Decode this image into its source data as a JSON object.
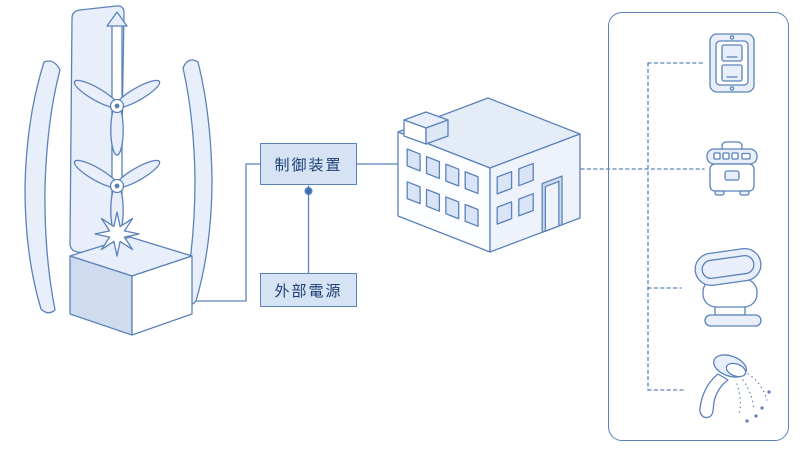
{
  "diagram": {
    "labels": {
      "control_device": "制御装置",
      "external_power": "外部電源"
    },
    "icons": [
      {
        "name": "wind-turbine-icon"
      },
      {
        "name": "building-icon"
      },
      {
        "name": "light-switch-icon"
      },
      {
        "name": "rice-cooker-icon"
      },
      {
        "name": "toilet-icon"
      },
      {
        "name": "shower-head-icon"
      }
    ],
    "colors": {
      "line": "#5b82bb",
      "fill_light": "#e9effa",
      "fill_shade": "#cfdcef",
      "label_fill": "#d6e3f5",
      "label_text": "#1d3f72",
      "background": "#ffffff"
    },
    "connections": [
      {
        "from": "wind-turbine",
        "to": "control-device",
        "style": "solid"
      },
      {
        "from": "control-device",
        "to": "building",
        "style": "solid"
      },
      {
        "from": "external-power",
        "to": "control-device",
        "style": "solid"
      },
      {
        "from": "building",
        "to": "devices-panel",
        "style": "dashed"
      },
      {
        "from": "devices-panel",
        "to": "light-switch",
        "style": "dashed"
      },
      {
        "from": "devices-panel",
        "to": "rice-cooker",
        "style": "dashed"
      },
      {
        "from": "devices-panel",
        "to": "toilet",
        "style": "dashed"
      },
      {
        "from": "devices-panel",
        "to": "shower-head",
        "style": "dashed"
      }
    ]
  }
}
